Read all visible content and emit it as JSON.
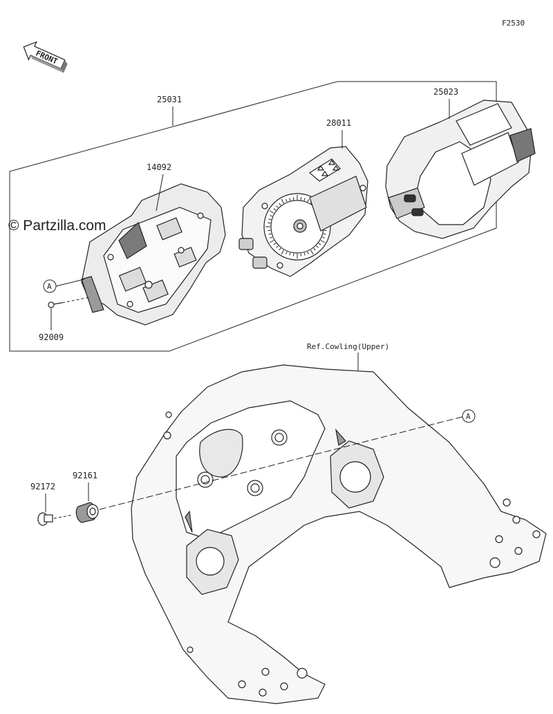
{
  "figure_code": "F2530",
  "front_label": "FRONT",
  "watermark": "© Partzilla.com",
  "callouts": {
    "assembly": "25031",
    "meter_case": "14092",
    "meter_unit": "28011",
    "meter_cover": "25023",
    "screw": "92009",
    "damper": "92161",
    "collar": "92172",
    "cowling": "Ref.Cowling(Upper)",
    "ref_a_1": "A",
    "ref_a_2": "A"
  },
  "colors": {
    "line": "#222222",
    "fill_light": "#f2f2f2",
    "fill_dark": "#6a6a6a",
    "background": "#ffffff"
  }
}
